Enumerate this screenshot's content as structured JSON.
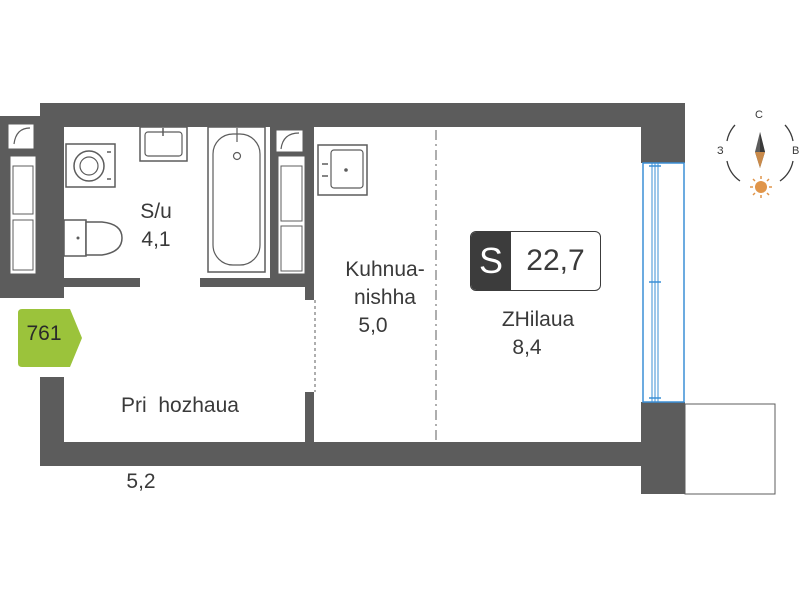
{
  "apartment": {
    "number": "761",
    "area_letter": "S",
    "total_area": "22,7"
  },
  "rooms": [
    {
      "id": "bathroom",
      "name_lines": [
        "S/u"
      ],
      "area": "4,1"
    },
    {
      "id": "hallway",
      "name_lines": [
        "Pri  hozhaua"
      ],
      "area": "5,2"
    },
    {
      "id": "kitchen",
      "name_lines": [
        "Kuhnua-",
        "nishha"
      ],
      "area": "5,0"
    },
    {
      "id": "living",
      "name_lines": [
        "ZHilaua"
      ],
      "area": "8,4"
    }
  ],
  "compass": {
    "north": "С",
    "west": "З",
    "east": "В"
  },
  "colors": {
    "wall": "#5c5c5c",
    "tag": "#9bc33b",
    "window": "#3b8fd6",
    "sun": "#e0954a"
  }
}
